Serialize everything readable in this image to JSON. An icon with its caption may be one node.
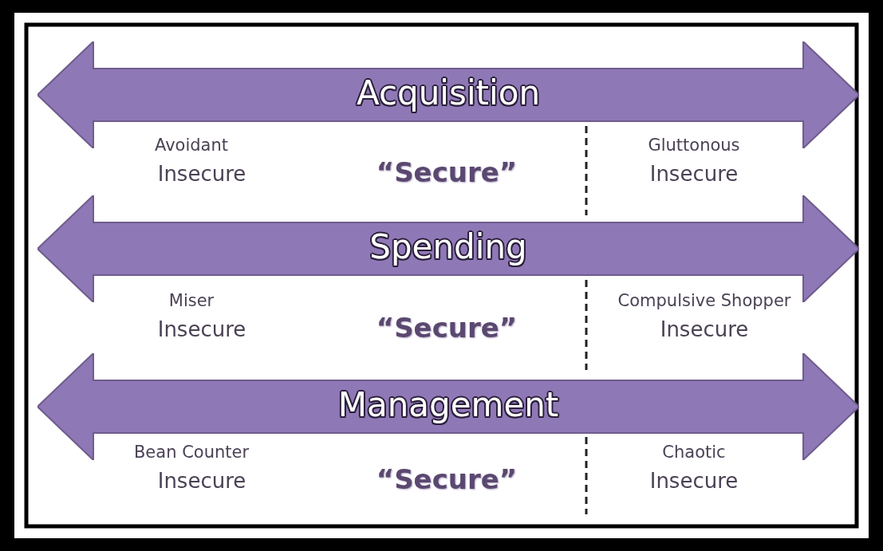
{
  "diagram": {
    "nodes": [
      {
        "text": [
          "Acquisition"
        ]
      },
      {
        "text": [
          "Spending"
        ]
      },
      {
        "text": [
          "Management"
        ]
      }
    ],
    "labels": [
      "Avoidant",
      "Insecure",
      "“Secure”",
      "Gluttonous",
      "Insecure",
      "Miser",
      "Insecure",
      "“Secure”",
      "Compulsive Shopper",
      "Insecure",
      "Bean Counter",
      "Insecure",
      "“Secure”",
      "Chaotic",
      "Insecure"
    ]
  }
}
